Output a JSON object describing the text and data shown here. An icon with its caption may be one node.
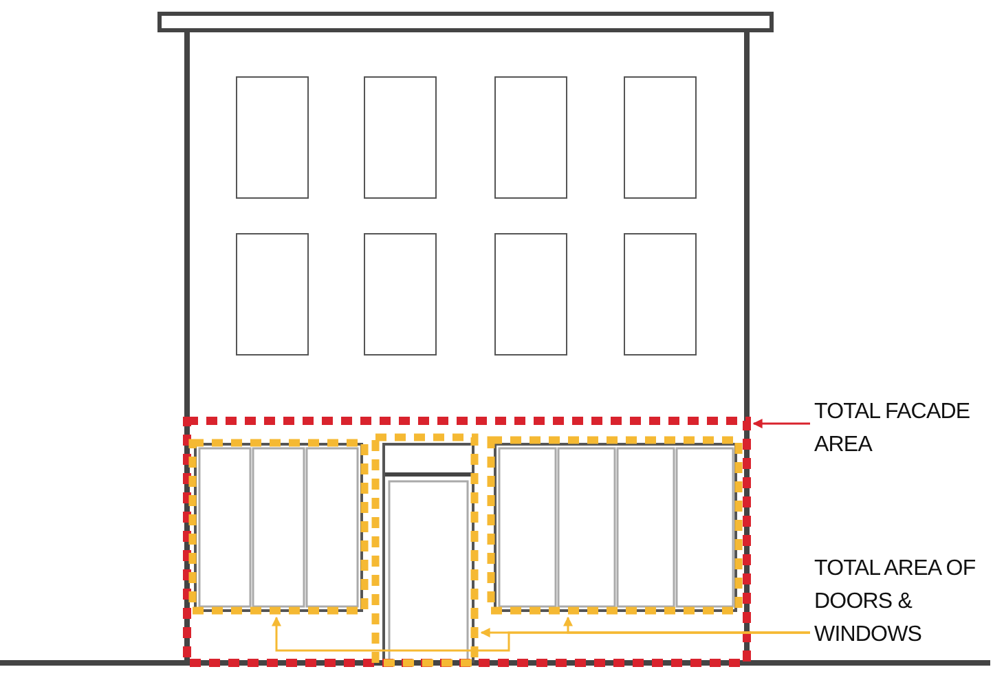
{
  "diagram": {
    "nodes": [
      {
        "text": [
          "TOTAL FACADE AREA"
        ]
      },
      {
        "text": [],
        "shape": "box"
      },
      {
        "text": [
          "TOTAL AREA OF DOORS & WINDOWS"
        ]
      },
      {
        "text": [],
        "shape": "box",
        "in": 1
      },
      {
        "text": [],
        "shape": "box",
        "in": 1
      },
      {
        "text": [],
        "shape": "box",
        "in": 1
      }
    ],
    "edges": [
      {
        "from": 0,
        "to": 1,
        "arrow": "to",
        "color": "#d9232d"
      },
      {
        "from": 2,
        "to": 3,
        "arrow": "to",
        "color": "#f5b933"
      },
      {
        "from": 2,
        "to": 4,
        "arrow": "to",
        "color": "#f5b933"
      },
      {
        "from": 2,
        "to": 5,
        "arrow": "to",
        "color": "#f5b933"
      }
    ]
  }
}
